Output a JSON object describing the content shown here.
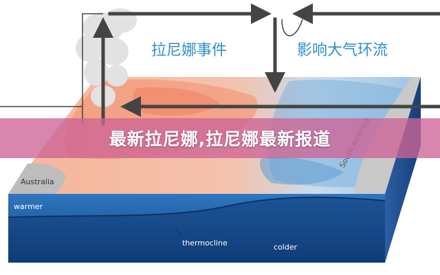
{
  "diagram": {
    "label_left": "拉尼娜事件",
    "label_right": "影响大气环流",
    "region_australia": "Australia",
    "region_south_america": "South America",
    "label_warmer": "warmer",
    "label_thermocline": "thermocline",
    "label_colder": "colder"
  },
  "banner": {
    "title": "最新拉尼娜,拉尼娜最新报道"
  },
  "colors": {
    "warm": "#f4a081",
    "cool": "#7fb3dc",
    "ocean": "#1d5aa0",
    "arrow": "#444444",
    "label_blue": "#2f8fc9",
    "banner": "#cd6496"
  }
}
